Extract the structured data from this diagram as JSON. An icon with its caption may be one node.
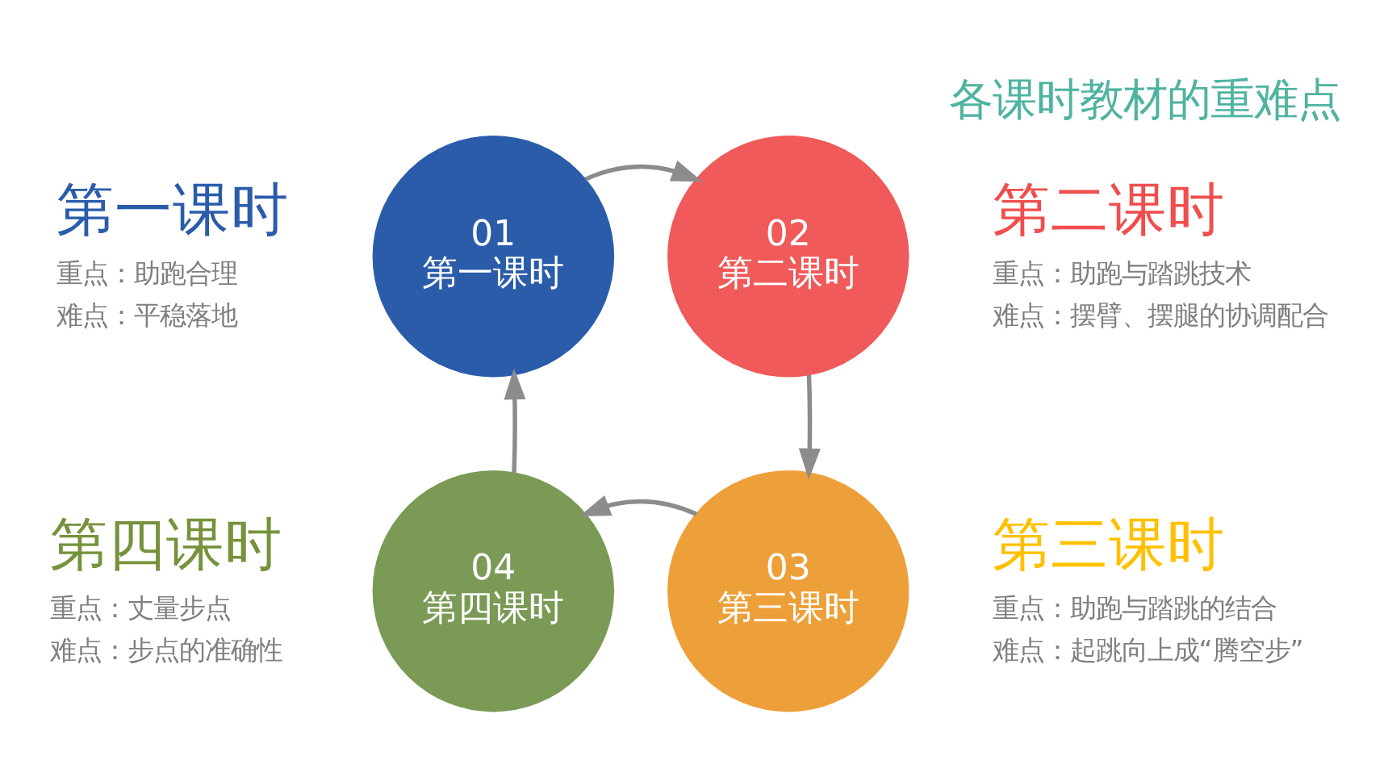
{
  "diagram": {
    "title": "各课时教材的重难点",
    "nodes": [
      {
        "text": [
          "01",
          "第一课时"
        ],
        "beside": [
          "第一课时",
          "重点：助跑合理",
          "难点：平稳落地"
        ]
      },
      {
        "text": [
          "02",
          "第二课时"
        ],
        "beside": [
          "第二课时",
          "重点：助跑与踏跳技术",
          "难点：摆臂、摆腿的协调配合"
        ]
      },
      {
        "text": [
          "03",
          "第三课时"
        ],
        "beside": [
          "第三课时",
          "重点：助跑与踏跳的结合",
          "难点：起跳向上成“腾空步”"
        ]
      },
      {
        "text": [
          "04",
          "第四课时"
        ],
        "beside": [
          "第四课时",
          "重点：丈量步点",
          "难点：步点的准确性"
        ]
      }
    ],
    "edges": [
      {
        "from": 0,
        "to": 1,
        "arrow": "to"
      },
      {
        "from": 1,
        "to": 2,
        "arrow": "to"
      },
      {
        "from": 2,
        "to": 3,
        "arrow": "to"
      },
      {
        "from": 3,
        "to": 0,
        "arrow": "to"
      }
    ]
  }
}
